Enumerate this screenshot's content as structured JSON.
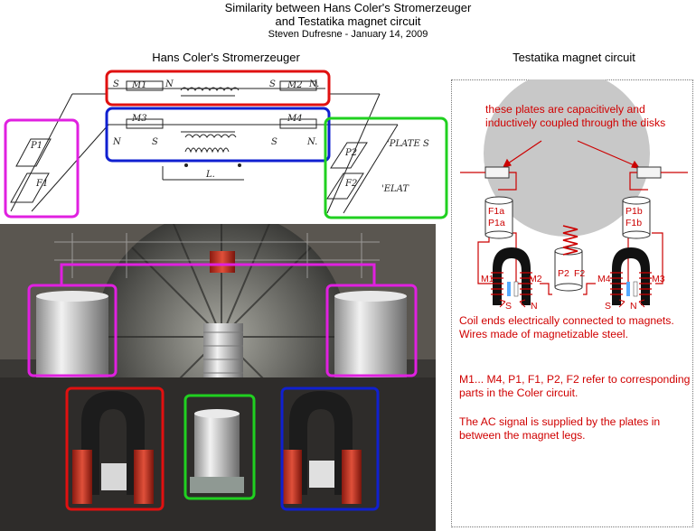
{
  "header": {
    "title_line1": "Similarity between Hans Coler's Stromerzeuger",
    "title_line2": "and Testatika magnet circuit",
    "byline": "Steven Dufresne - January 14, 2009"
  },
  "coler": {
    "title": "Hans Coler's Stromerzeuger",
    "sketch": {
      "top_labels": [
        "S",
        "M1",
        "N",
        "S",
        "M2",
        "N."
      ],
      "mid_labels": [
        "M3",
        "N",
        "S",
        "S",
        "M4",
        "N."
      ],
      "coil_label": "L.",
      "plate_labels": [
        "P1",
        "F1",
        "P2",
        "F2"
      ],
      "handwritten_right": [
        "'PLATE S",
        "'ELAT"
      ]
    },
    "colors": {
      "red": "#e01010",
      "blue": "#1020d0",
      "green": "#20d020",
      "magenta": "#e020e0"
    }
  },
  "testatika": {
    "title": "Testatika magnet circuit",
    "disk_text": "these plates are capacitively and inductively coupled through the disks",
    "labels": {
      "f1a": "F1a",
      "p1a": "P1a",
      "p1b": "P1b",
      "f1b": "F1b",
      "m1": "M1",
      "m2": "M2",
      "p2": "P2",
      "f2": "F2",
      "m4": "M4",
      "m3": "M3",
      "s_left": "S",
      "n_left": "N",
      "s_right": "S",
      "n_right": "N"
    },
    "notes": [
      "Coil ends electrically connected to magnets. Wires made of magnetizable steel.",
      "M1... M4, P1, F1, P2, F2 refer to corresponding parts in the Coler circuit.",
      "The AC signal is supplied by the plates in between the magnet legs."
    ]
  }
}
